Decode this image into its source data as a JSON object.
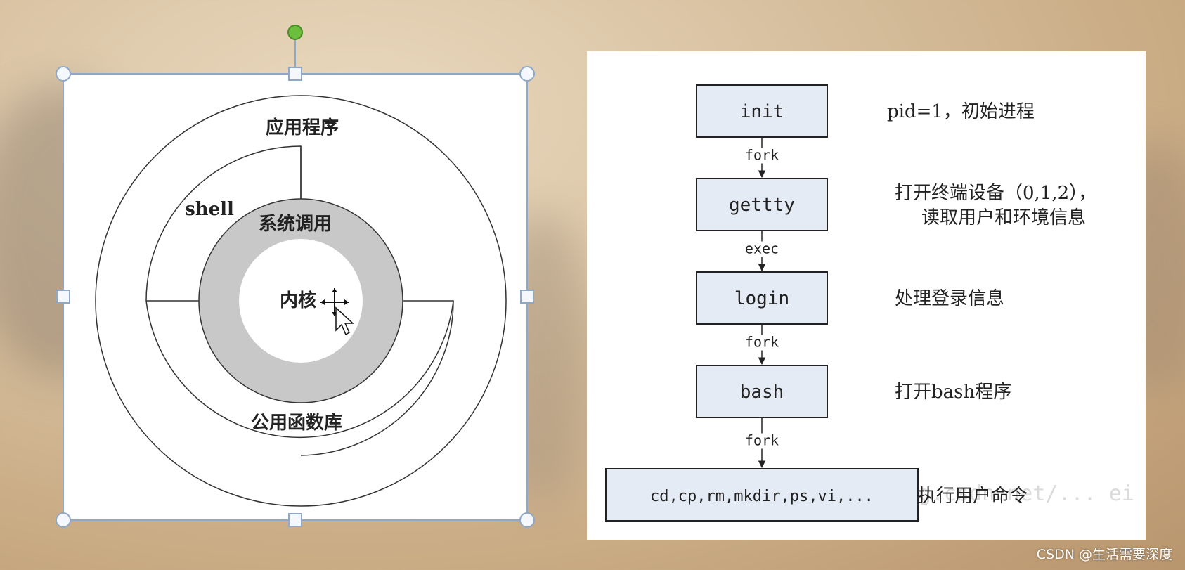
{
  "left_diagram": {
    "outer_ring_label": "应用程序",
    "shell_label": "shell",
    "syscall_label": "系统调用",
    "kernel_label": "内核",
    "library_label": "公用函数库"
  },
  "flow": {
    "boxes": [
      {
        "label": "init",
        "desc": [
          "pid=1，初始进程"
        ]
      },
      {
        "label": "gettty",
        "desc": [
          "打开终端设备（0,1,2），",
          "读取用户和环境信息"
        ]
      },
      {
        "label": "login",
        "desc": [
          "处理登录信息"
        ]
      },
      {
        "label": "bash",
        "desc": [
          "打开bash程序"
        ]
      }
    ],
    "arrows": [
      "fork",
      "exec",
      "fork",
      "fork"
    ],
    "final_box": {
      "label": "cd,cp,rm,mkdir,ps,vi,...",
      "desc": "执行用户命令"
    },
    "faint_watermark": "http://blog.csdn.net/... ei"
  },
  "watermark": "CSDN @生活需要深度",
  "colors": {
    "box_fill": "#e5ebf5",
    "ring_gray": "#c8c8c8",
    "selection_blue": "#8fa8c8",
    "rotate_handle": "#6cbf3c"
  }
}
